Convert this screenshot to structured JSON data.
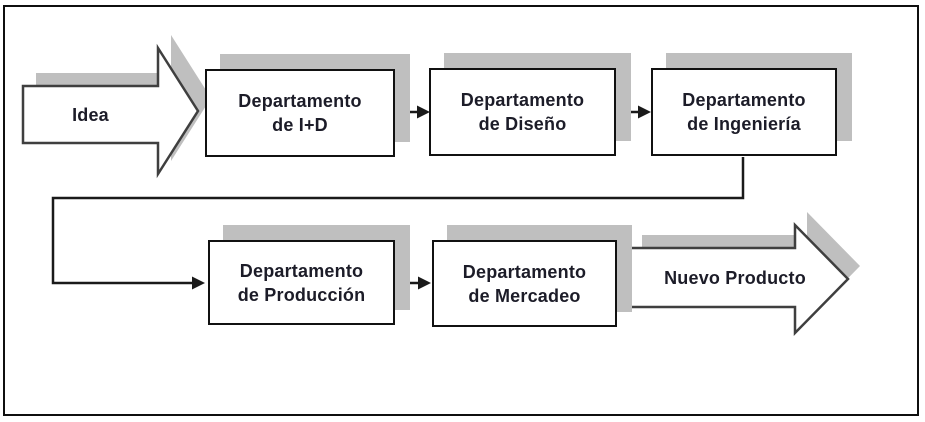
{
  "diagram": {
    "start": {
      "label": "Idea"
    },
    "end": {
      "label": "Nuevo Producto"
    },
    "boxes": [
      {
        "label": "Departamento\nde I+D"
      },
      {
        "label": "Departamento\nde Diseño"
      },
      {
        "label": "Departamento\nde Ingeniería"
      },
      {
        "label": "Departamento\nde Producción"
      },
      {
        "label": "Departamento\nde Mercadeo"
      }
    ],
    "colors": {
      "shadow": "#bfbfbf",
      "box_border": "#111111",
      "big_arrow_outline": "#3f3f3f",
      "connector": "#1a1a1a",
      "text": "#1c1c28",
      "background": "#ffffff"
    }
  }
}
